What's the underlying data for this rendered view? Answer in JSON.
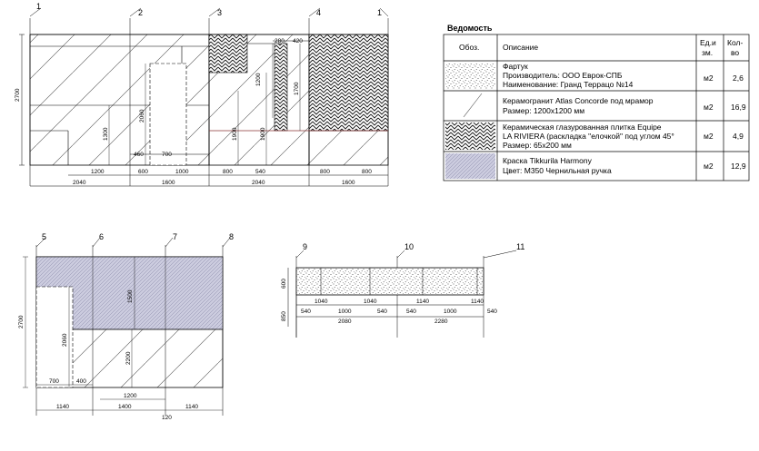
{
  "schedule": {
    "title": "Ведомость",
    "headers": {
      "code": "Обоз.",
      "description": "Описание",
      "unit": [
        "Ед.и",
        "зм."
      ],
      "qty": [
        "Кол-",
        "во"
      ]
    },
    "rows": [
      {
        "pattern": "dots",
        "lines": [
          "Фартук",
          "Производитель: ООО Еврок-СПБ",
          "Наименование: Гранд Террацо №14"
        ],
        "unit": "м2",
        "qty": "2,6"
      },
      {
        "pattern": "diag",
        "lines": [
          "Керамогранит Atlas Concorde под мрамор",
          "Размер: 1200х1200 мм"
        ],
        "unit": "м2",
        "qty": "16,9"
      },
      {
        "pattern": "herring",
        "lines": [
          "Керамическая глазурованная плитка Equipe",
          "LA RIVIERA (раскладка \"елочкой\" под углом 45°",
          "Размер: 65х200 мм"
        ],
        "unit": "м2",
        "qty": "4,9"
      },
      {
        "pattern": "paint",
        "lines": [
          "Краска Tikkurila Harmony",
          "Цвет: М350 Чернильная ручка"
        ],
        "unit": "м2",
        "qty": "12,9"
      }
    ]
  },
  "axes": {
    "elevation_a": [
      "1",
      "2",
      "3",
      "4",
      "1"
    ],
    "elevation_b": [
      "5",
      "6",
      "7",
      "8"
    ],
    "elevation_c": [
      "9",
      "10",
      "11"
    ]
  },
  "dims": {
    "a_height": "2700",
    "a_row1": [
      "1200",
      "600",
      "1000",
      "800",
      "540",
      "800",
      "800"
    ],
    "a_row2": [
      "2040",
      "1600",
      "2040",
      "1600"
    ],
    "a_inner": [
      "460",
      "700",
      "280",
      "420"
    ],
    "a_vert": [
      "1300",
      "2060",
      "1900",
      "1900",
      "1200",
      "1700"
    ],
    "b_height": "2700",
    "b_inner": [
      "2060",
      "700",
      "400",
      "1500",
      "2200",
      "1200"
    ],
    "b_row": [
      "1140",
      "1400",
      "1140"
    ],
    "b_extra": "120",
    "c_vert": [
      "600",
      "850"
    ],
    "c_row1": [
      "540",
      "1040",
      "1000",
      "1040",
      "540",
      "540",
      "1140",
      "1000",
      "1140",
      "540"
    ],
    "c_row2": [
      "2080",
      "2280"
    ]
  }
}
